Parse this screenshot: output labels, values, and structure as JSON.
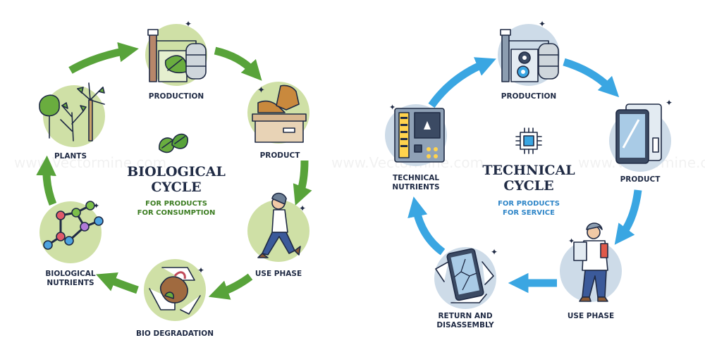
{
  "colors": {
    "bio_arrow": "#58a33a",
    "bio_circle": "#cfe0a6",
    "tech_arrow": "#3aa6e2",
    "tech_circle": "#cddbe8",
    "ink": "#1f2a44"
  },
  "watermark": "www.Vectormine.com",
  "biological": {
    "title_line1": "BIOLOGICAL",
    "title_line2": "CYCLE",
    "sub_line1": "FOR PRODUCTS",
    "sub_line2": "FOR CONSUMPTION",
    "center_icon": "leaves-icon",
    "stages": [
      {
        "label": "PRODUCTION",
        "icon": "factory-leaf-icon"
      },
      {
        "label": "PRODUCT",
        "icon": "shoes-box-icon"
      },
      {
        "label": "USE PHASE",
        "icon": "walking-person-icon"
      },
      {
        "label": "BIO DEGRADATION",
        "icon": "recycle-compost-icon"
      },
      {
        "label_line1": "BIOLOGICAL",
        "label_line2": "NUTRIENTS",
        "icon": "molecules-icon"
      },
      {
        "label": "PLANTS",
        "icon": "plants-icon"
      }
    ]
  },
  "technical": {
    "title_line1": "TECHNICAL",
    "title_line2": "CYCLE",
    "sub_line1": "FOR PRODUCTS",
    "sub_line2": "FOR SERVICE",
    "center_icon": "microchip-icon",
    "stages": [
      {
        "label": "PRODUCTION",
        "icon": "factory-gears-icon"
      },
      {
        "label": "PRODUCT",
        "icon": "smartphone-icon"
      },
      {
        "label": "USE PHASE",
        "icon": "person-phone-icon"
      },
      {
        "label_line1": "RETURN AND",
        "label_line2": "DISASSEMBLY",
        "icon": "recycle-phone-icon"
      },
      {
        "label_line1": "TECHNICAL",
        "label_line2": "NUTRIENTS",
        "icon": "circuit-board-icon"
      }
    ]
  }
}
